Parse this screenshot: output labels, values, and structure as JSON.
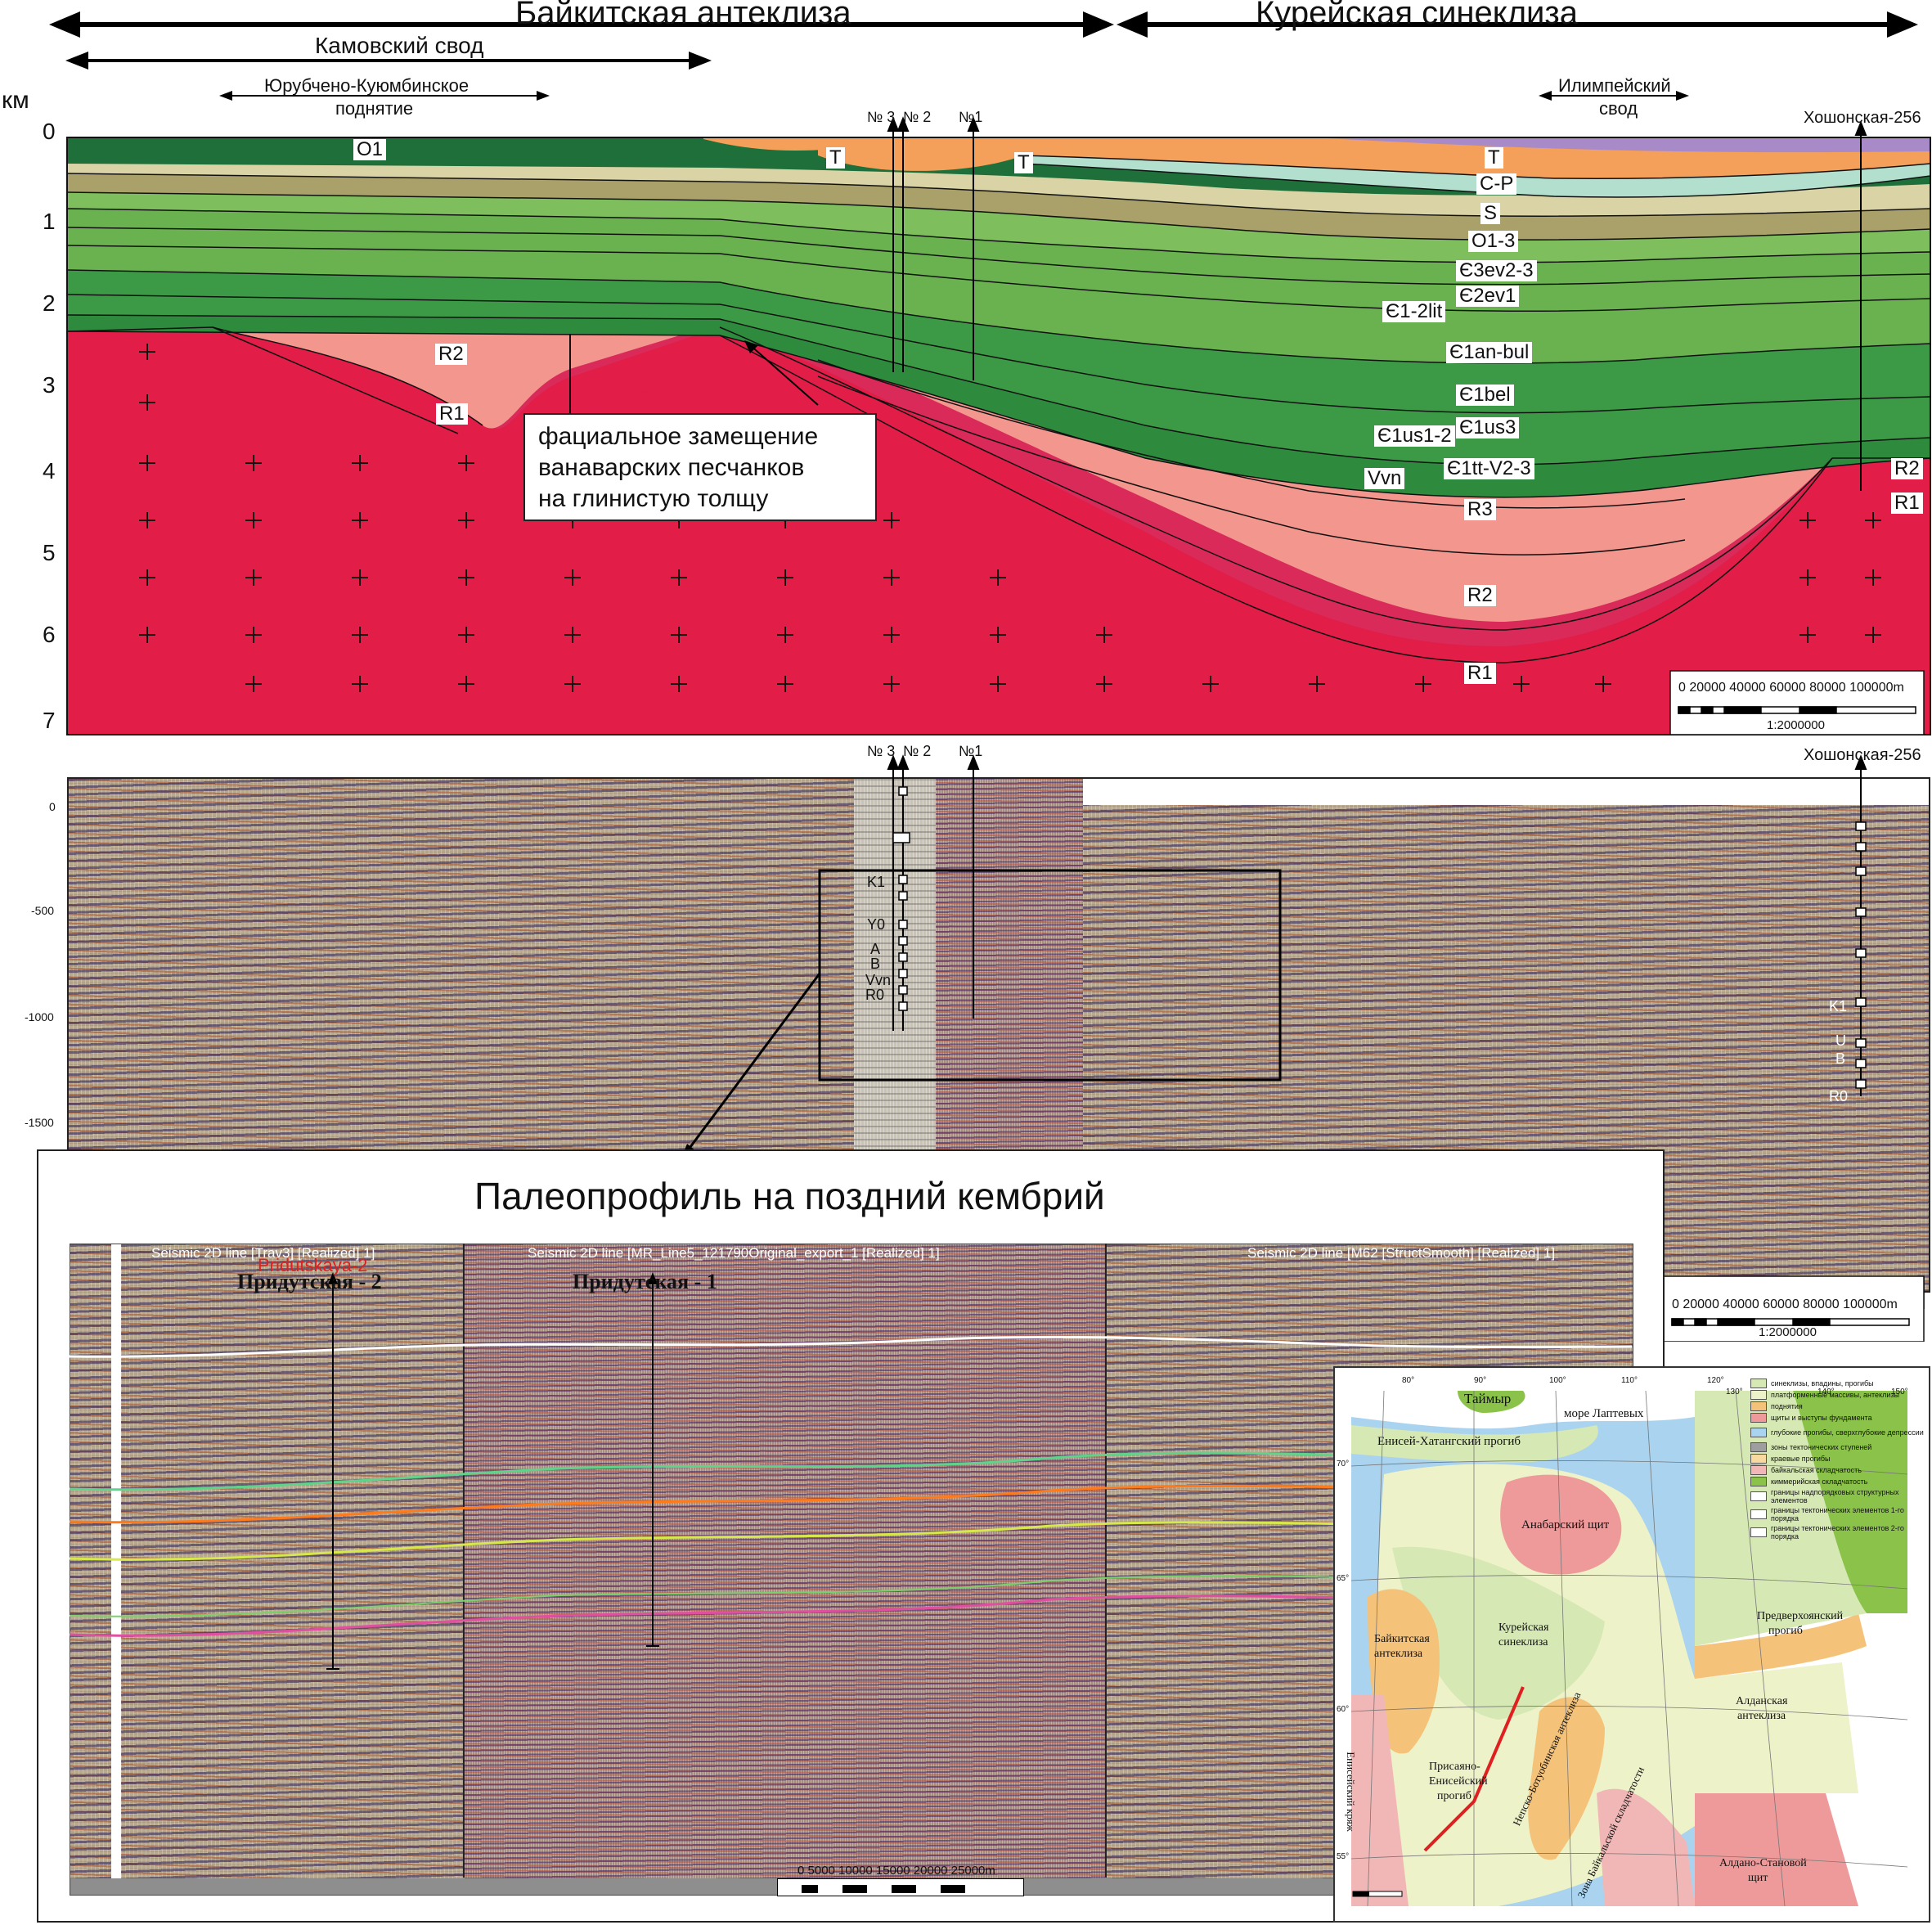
{
  "header": {
    "baikit": "Байкитская антеклиза",
    "kurei": "Курейская синеклиза",
    "kamov": "Камовский свод",
    "yurub_line1": "Юрубчено-Куюмбинское",
    "yurub_line2": "поднятие",
    "ilimp_line1": "Илимпейский",
    "ilimp_line2": "свод"
  },
  "section": {
    "km_label": "км",
    "depth_ticks": [
      "0",
      "1",
      "2",
      "3",
      "4",
      "5",
      "6",
      "7"
    ],
    "wells": {
      "w3": "№ 3",
      "w2": "№ 2",
      "w1": "№1",
      "hosh": "Хошонская-256"
    },
    "strata": {
      "O1": "O1",
      "T_a": "T",
      "T_b": "T",
      "T_c": "T",
      "CP": "C-P",
      "S": "S",
      "O13": "O1-3",
      "e3ev": "Є3ev2-3",
      "e2ev": "Є2ev1",
      "e12lit": "Є1-2lit",
      "e1anbul": "Є1an-bul",
      "e1bel": "Є1bel",
      "e1us3": "Є1us3",
      "e1us12": "Є1us1-2",
      "e1tt": "Є1tt-V2-3",
      "Vvn": "Vvn",
      "R3": "R3",
      "R2_center": "R2",
      "R1_center": "R1",
      "R2_left": "R2",
      "R1_left": "R1",
      "R2_right": "R2",
      "R1_right": "R1"
    },
    "callout_l1": "фациальное замещение",
    "callout_l2": "ванаварских песчанков",
    "callout_l3": "на глинистую толщу",
    "scale_ticks": "0  20000  40000  60000  80000  100000m",
    "scale_ratio": "1:2000000"
  },
  "seismic": {
    "wells": {
      "w3": "№ 3",
      "w2": "№ 2",
      "w1": "№1",
      "hosh": "Хошонская-256"
    },
    "time_ticks": [
      "0",
      "-500",
      "-1000",
      "-1500"
    ],
    "horizons_left": [
      "K1",
      "Y0",
      "A",
      "B",
      "Vvn",
      "R0"
    ],
    "horizons_right": [
      "K1",
      "U",
      "B",
      "R0"
    ],
    "scale_ticks": "0  20000  40000  60000  80000  100000m",
    "scale_ratio": "1:2000000"
  },
  "paleo": {
    "title": "Палеопрофиль на поздний кембрий",
    "line_a": "Seismic 2D line [Trav3] [Realized] 1]",
    "line_b": "Seismic 2D line [MR_Line5_121790Original_export_1 [Realized] 1]",
    "line_c": "Seismic 2D line [M62 [StructSmooth] [Realized] 1]",
    "red_label": "Pridutskaya-2",
    "well_2": "Придутская - 2",
    "well_1": "Придутская - 1",
    "scale_ticks": "0   5000 10000 15000 20000 25000m"
  },
  "map": {
    "taimyr": "Таймыр",
    "laptev": "море Лаптевых",
    "enis_khat": "Енисей-Хатангский прогиб",
    "anabar": "Анабарский щит",
    "kurei_l1": "Курейская",
    "kurei_l2": "синеклиза",
    "baikit_l1": "Байкитская",
    "baikit_l2": "антеклиза",
    "predverkh_l1": "Предверхоянский",
    "predverkh_l2": "прогиб",
    "aldan_l1": "Алданская",
    "aldan_l2": "антеклиза",
    "prisayan_l1": "Присаяно-",
    "prisayan_l2": "Енисейский",
    "prisayan_l3": "прогиб",
    "enis_kryazh": "Енисейский кряж",
    "nepa": "Непско-Ботуобинская антеклиза",
    "baikal": "Зона Байкальской складчатости",
    "aldan_stan_l1": "Алдано-Становой",
    "aldan_stan_l2": "щит",
    "legend": [
      "синеклизы, впадины, прогибы",
      "платформенные массивы, антеклизы",
      "поднятия",
      "щиты и выступы фундамента",
      "глубокие прогибы, сверхглубокие депрессии",
      "зоны тектонических ступеней",
      "краевые прогибы",
      "байкальская складчатость",
      "киммерийская складчатость",
      "границы надпорядковых структурных элементов",
      "границы тектонических элементов 1-го порядка",
      "границы тектонических элементов 2-го порядка"
    ],
    "legend_colors": [
      "#d6e8b4",
      "#eef2c8",
      "#f5c27a",
      "#ef9a9a",
      "#a9d3ee",
      "#9e9e9e",
      "#f8d9a0",
      "#f1b7b7",
      "#8bc34a",
      "#ffffff",
      "#ffffff",
      "#ffffff"
    ],
    "lat_ticks": [
      "70°",
      "65°",
      "60°",
      "55°"
    ],
    "lon_ticks": [
      "80°",
      "90°",
      "100°",
      "110°",
      "120°",
      "130°",
      "140°",
      "150°"
    ]
  }
}
